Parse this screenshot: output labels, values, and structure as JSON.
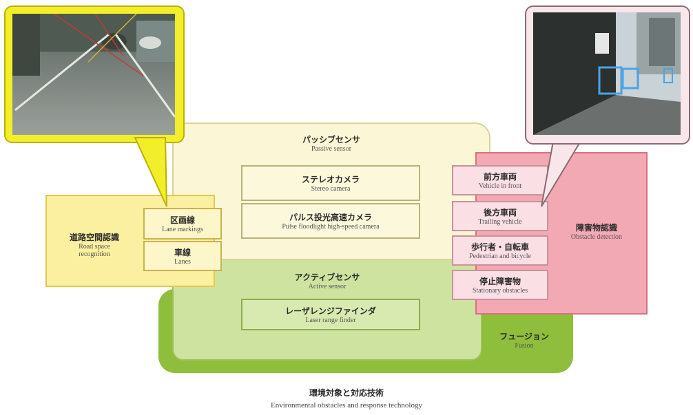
{
  "fusion": {
    "label_jp": "フュージョン",
    "label_en": "Fusion"
  },
  "passive": {
    "title_jp": "パッシブセンサ",
    "title_en": "Passive sensor",
    "items": [
      {
        "jp": "ステレオカメラ",
        "en": "Stereo camera"
      },
      {
        "jp": "パルス投光高速カメラ",
        "en": "Pulse floodlight high-speed camera"
      }
    ]
  },
  "active": {
    "title_jp": "アクティブセンサ",
    "title_en": "Active sensor",
    "items": [
      {
        "jp": "レーザレンジファインダ",
        "en": "Laser range finder"
      }
    ]
  },
  "road": {
    "title_jp": "道路空間認識",
    "title_en_1": "Road space",
    "title_en_2": "recognition",
    "items": [
      {
        "jp": "区画線",
        "en": "Lane markings"
      },
      {
        "jp": "車線",
        "en": "Lanes"
      }
    ]
  },
  "obstacle": {
    "title_jp": "障害物認識",
    "title_en": "Obstacle detection",
    "items": [
      {
        "jp": "前方車両",
        "en": "Vehicle in front"
      },
      {
        "jp": "後方車両",
        "en": "Trailing vehicle"
      },
      {
        "jp": "歩行者・自転車",
        "en": "Pedestrian and bicycle"
      },
      {
        "jp": "停止障害物",
        "en": "Stationary obstacles"
      }
    ]
  },
  "caption": {
    "jp": "環境対象と対応技術",
    "en": "Environmental obstacles and response technology"
  },
  "colors": {
    "fusion": "#8fbd3c",
    "active": "#cfe3a0",
    "passive": "#fbf6d6",
    "road": "#fbefa0",
    "obstacle": "#f2a9b4",
    "detection_box": "#4aa3e6"
  }
}
